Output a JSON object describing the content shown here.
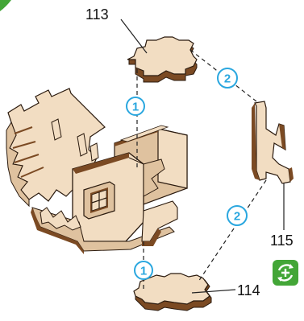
{
  "colors": {
    "wood_face": "#f2ddc2",
    "wood_shade": "#dfc29f",
    "wood_edge": "#7b4a23",
    "outline": "#2a1a0e",
    "step_circle": "#2aa7df",
    "badge_green": "#43a637",
    "line": "#222222"
  },
  "parts": [
    {
      "id": "113",
      "label": "113"
    },
    {
      "id": "114",
      "label": "114"
    },
    {
      "id": "115",
      "label": "115"
    }
  ],
  "steps": [
    {
      "label": "1"
    },
    {
      "label": "2"
    },
    {
      "label": "2"
    },
    {
      "label": "1"
    }
  ],
  "badge": {
    "icon": "add-rotate-icon"
  },
  "corner_badge": {
    "icon": "green-corner-mark"
  }
}
